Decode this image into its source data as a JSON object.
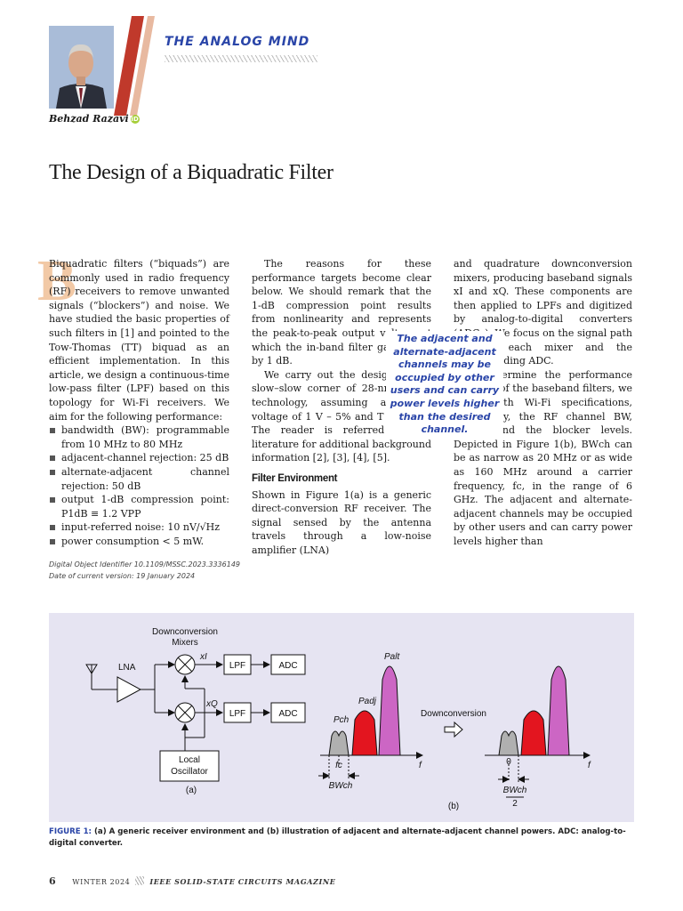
{
  "header": {
    "series_title": "THE ANALOG MIND",
    "author": "Behzad Razavi",
    "orcid_label": "iD",
    "article_title": "The Design of a Biquadratic Filter",
    "colors": {
      "series_blue": "#2a45a8",
      "stripe_red": "#c0392b",
      "dropcap": "#f2c9a6"
    }
  },
  "col1": {
    "dropcap": "B",
    "intro": "Biquadratic filters (“biquads”) are commonly used in radio frequency (RF) receivers to remove unwanted signals (“blockers”) and noise. We have studied the basic properties of such filters in [1] and pointed to the Tow-Thomas (TT) biquad as an efficient implementation. In this article, we design a continuous-time low-pass filter (LPF) based on this topology for Wi-Fi receivers. We aim for the following performance:",
    "bullets": [
      "bandwidth (BW): programmable from 10 MHz to 80 MHz",
      "adjacent-channel rejection: 25 dB",
      "alternate-adjacent channel rejection: 50 dB",
      "output 1-dB compression point: P1dB ≡ 1.2 VPP",
      "input-referred noise: 10 nV/√Hz",
      "power consumption < 5 mW."
    ],
    "doi": "Digital Object Identifier 10.1109/MSSC.2023.3336149",
    "date": "Date of current version: 19 January 2024"
  },
  "col2": {
    "p1": "The reasons for these performance targets become clear below. We should remark that the 1-dB compression point results from nonlinearity and represents the peak-to-peak output voltage at which the in-band filter gain drops by 1 dB.",
    "p2": "We carry out the design in the slow–slow corner of 28-nm CMOS technology, assuming a supply voltage of 1 V – 5% and T = 75 °C. The reader is referred to the literature for additional background information [2], [3], [4], [5].",
    "subhead": "Filter Environment",
    "p3": "Shown in Figure 1(a) is a generic direct-conversion RF receiver. The signal sensed by the antenna travels through a low-noise amplifier (LNA)"
  },
  "col3": {
    "p1": "and quadrature downconversion mixers, producing baseband signals xI and xQ. These components are then applied to LPFs and digitized by analog-to-digital converters (ADCs). We focus on the signal path between each mixer and the corresponding ADC.",
    "p2": "To determine the performance required of the baseband filters, we begin with Wi-Fi specifications, specifically, the RF channel BW, BWch, and the blocker levels. Depicted in Figure 1(b), BWch can be as narrow as 20 MHz or as wide as 160 MHz around a carrier frequency, fc, in the range of 6 GHz. The adjacent and alternate-adjacent channels may be occupied by other users and can carry power levels higher than"
  },
  "pullquote": "The adjacent and alternate-adjacent channels may be occupied by other users and can carry power levels higher than the desired channel.",
  "figure": {
    "a": {
      "mixers_label_line1": "Downconversion",
      "mixers_label_line2": "Mixers",
      "lna": "LNA",
      "xi": "xI",
      "xq": "xQ",
      "lpf_top": "LPF",
      "adc_top": "ADC",
      "lpf_bottom": "LPF",
      "adc_bottom": "ADC",
      "lo_line1": "Local",
      "lo_line2": "Oscillator",
      "panel_label": "(a)"
    },
    "b": {
      "p_ch": "Pch",
      "p_adj": "Padj",
      "p_alt": "Palt",
      "fc": "fc",
      "f_left": "f",
      "bw_ch": "BWch",
      "downconversion": "Downconversion",
      "zero": "0",
      "f_right": "f",
      "bw_half_num": "BWch",
      "bw_half_den": "2",
      "panel_label": "(b)",
      "colors": {
        "channel": "#b0b0b0",
        "adjacent": "#e3151f",
        "alternate": "#cc66c4"
      }
    }
  },
  "caption": {
    "label": "FIGURE 1:",
    "text": " (a) A generic receiver environment and (b) illustration of adjacent and alternate-adjacent channel powers. ADC: analog-to-digital converter."
  },
  "footer": {
    "page": "6",
    "issue": "WINTER 2024",
    "magazine": "IEEE SOLID-STATE CIRCUITS MAGAZINE"
  }
}
